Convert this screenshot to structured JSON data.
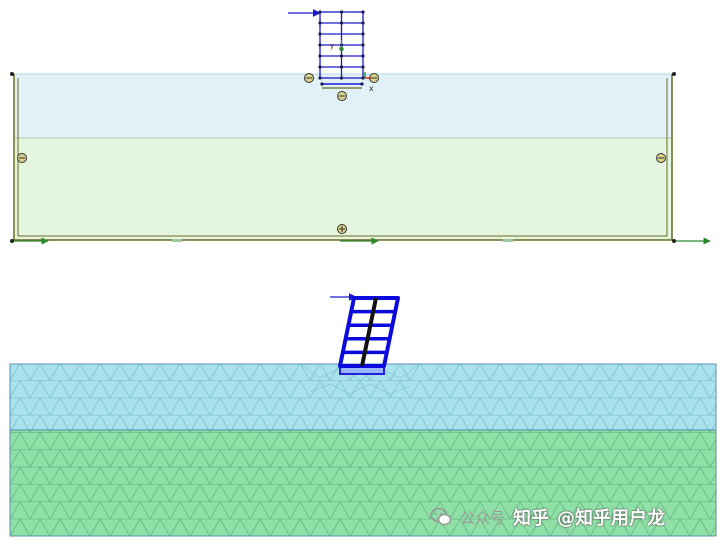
{
  "top_view": {
    "frame_axis_y": "y",
    "frame_axis_x": "x",
    "layers": [
      "upper-soil",
      "lower-soil"
    ]
  },
  "bottom_view": {
    "layers": [
      "upper-soil-mesh",
      "lower-soil-mesh"
    ]
  },
  "colors": {
    "upper_layer": "#e1f1f7",
    "lower_layer": "#e4f6e0",
    "upper_mesh": "#a9e1ec",
    "lower_mesh": "#8fe0a7",
    "frame": "#1a1acc",
    "boundary": "#6b6b20",
    "arrow": "#2d8a2d"
  },
  "watermark": {
    "brand": "公众号",
    "author": "知乎",
    "handle": "@知乎用户龙"
  }
}
